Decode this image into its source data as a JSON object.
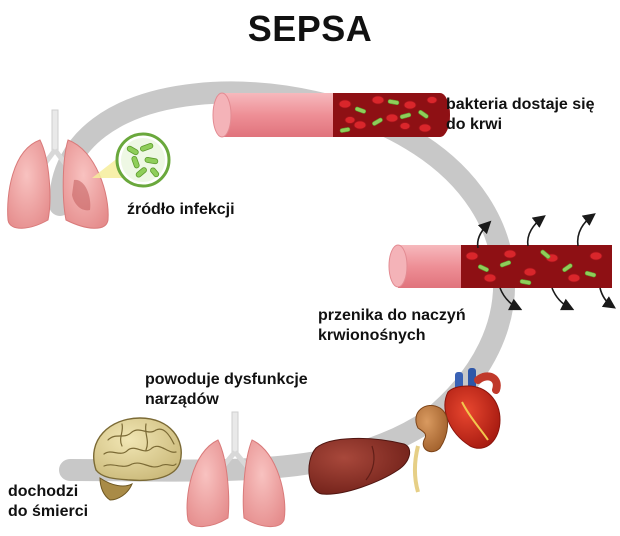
{
  "title": "SEPSA",
  "labels": {
    "source": "źródło infekcji",
    "bacteria_line1": "bakteria dostaje się",
    "bacteria_line2": "do krwi",
    "penetrate_line1": "przenika do naczyń",
    "penetrate_line2": "krwionośnych",
    "dysfunction_line1": "powoduje dysfunkcje",
    "dysfunction_line2": "narządów",
    "death_line1": "dochodzi",
    "death_line2": "do śmierci"
  },
  "icons": [
    "lungs-icon",
    "bacteria-magnifier-icon",
    "blood-vessel-icon",
    "leaking-blood-vessel-icon",
    "heart-icon",
    "kidney-icon",
    "liver-icon",
    "brain-icon"
  ],
  "colors": {
    "arc": "#c8c8c8",
    "vessel_outer": "#f2a0a6",
    "blood": "#8e1014",
    "red_cell": "#d9262b",
    "bacteria": "#8fce5a",
    "organ_pink": "#f0a3a3",
    "liver": "#8a2a22",
    "brain": "#d8c98a"
  }
}
